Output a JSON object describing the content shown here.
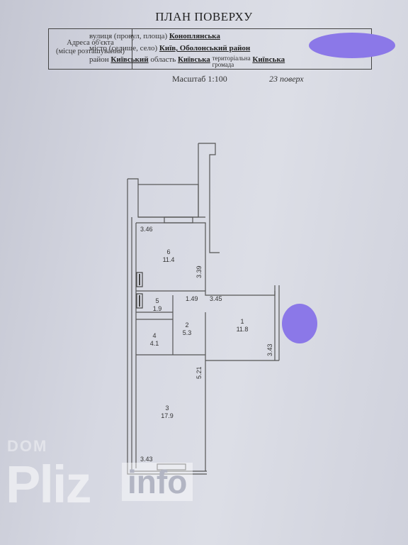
{
  "document": {
    "title": "ПЛАН ПОВЕРХУ",
    "address_label_line1": "Адреса об'єкта",
    "address_label_line2": "(місце розташування)",
    "street_label": "вулиця (провул, площа)",
    "street_value": "Коноплянська",
    "city_label": "місто (селище, село)",
    "city_value": "Київ, Оболонський район",
    "district_label": "район",
    "district_value": "Київський",
    "region_label": "область",
    "region_value": "Київська",
    "community_label_line1": "територіальна",
    "community_label_line2": "громада",
    "community_value": "Київська",
    "scale": "Масштаб 1:100",
    "floor": "23 поверх"
  },
  "plan": {
    "rooms": [
      {
        "number": "6",
        "area": "11.4"
      },
      {
        "number": "5",
        "area": "1.9"
      },
      {
        "number": "2",
        "area": "5.3"
      },
      {
        "number": "1",
        "area": "11.8"
      },
      {
        "number": "4",
        "area": "4.1"
      },
      {
        "number": "3",
        "area": "17.9"
      }
    ],
    "dimensions": {
      "top_width": "3.46",
      "room6_depth": "3.39",
      "corridor_width": "1.49",
      "room1_width": "3.45",
      "room1_depth": "3.43",
      "room3_depth": "5.21",
      "bottom_width": "3.43"
    }
  },
  "watermark": {
    "brand": "Pliz",
    "suffix": "info",
    "top": "DOM"
  },
  "colors": {
    "paper": "#d6d8e2",
    "redaction": "#8b78e8",
    "ink": "#333333"
  }
}
